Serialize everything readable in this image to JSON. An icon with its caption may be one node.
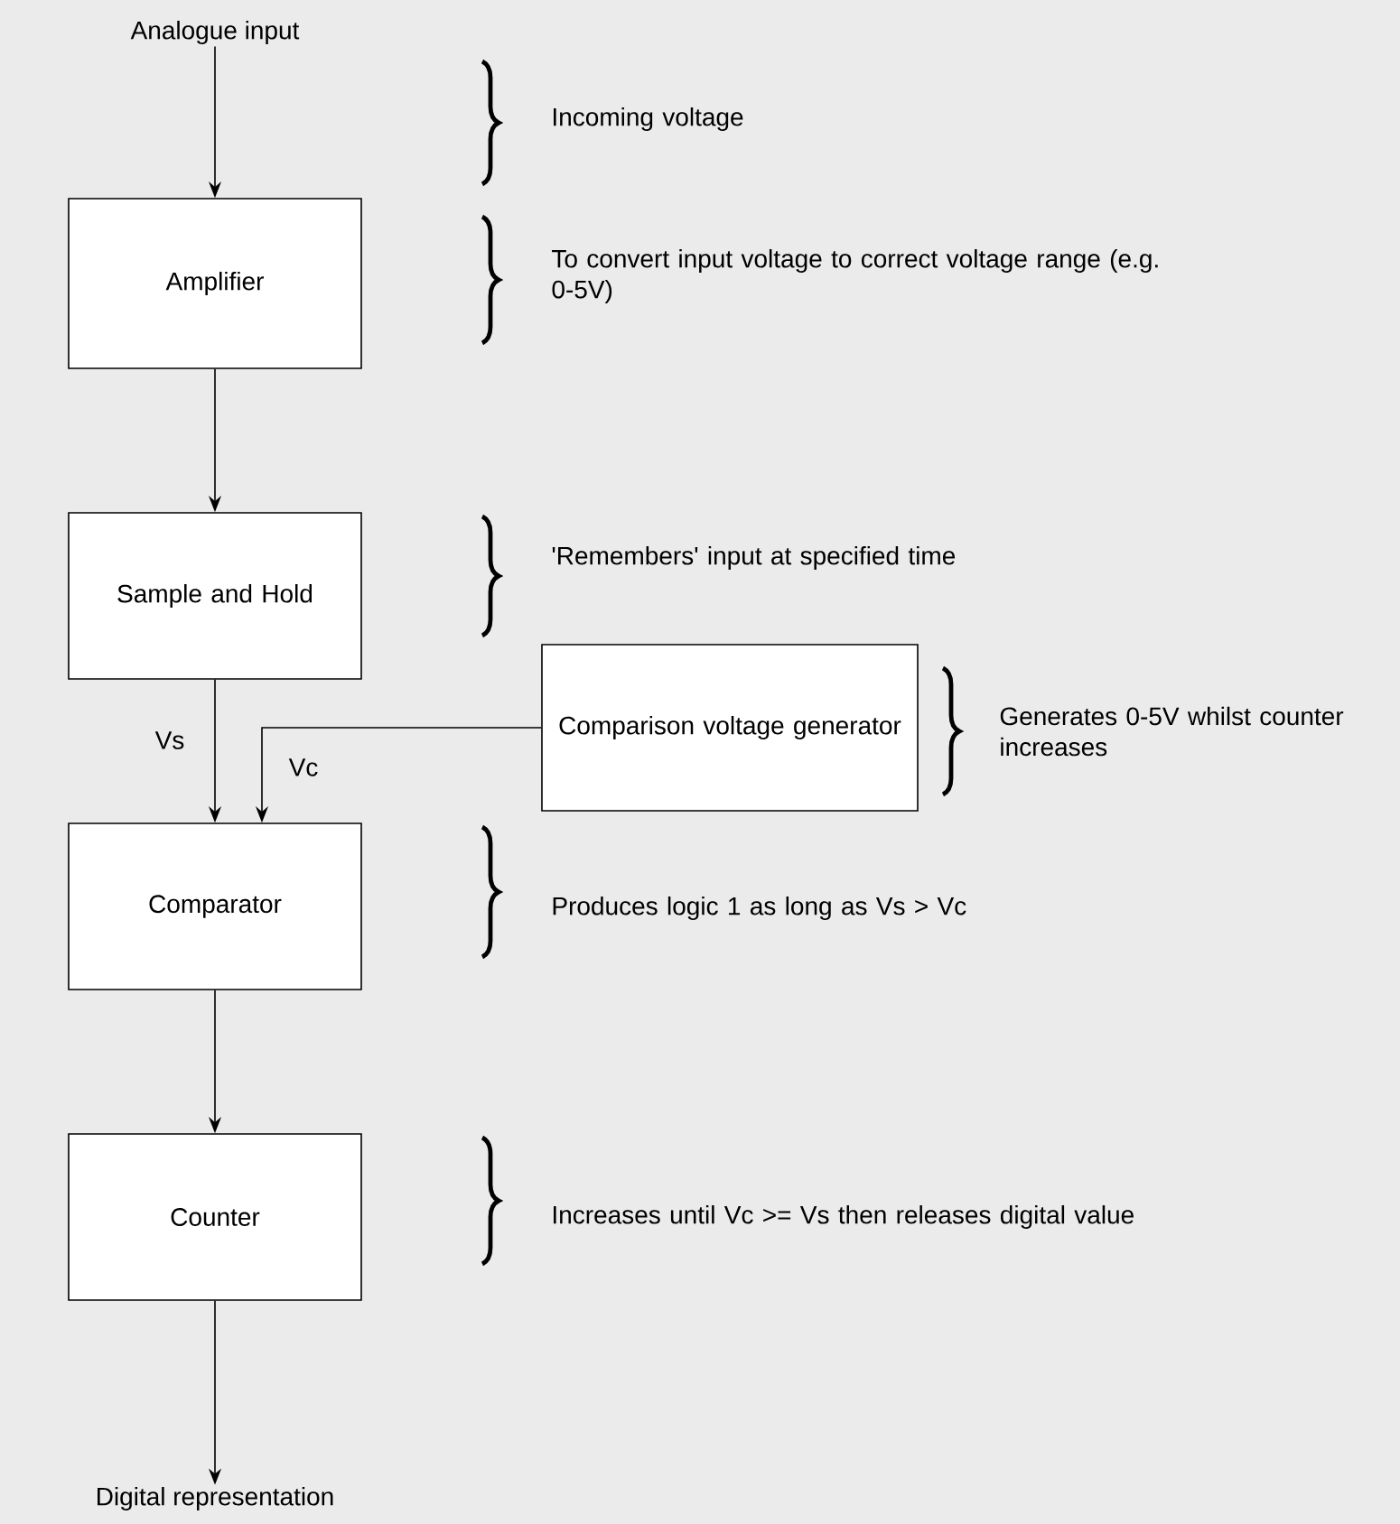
{
  "diagram": {
    "nodes": [
      {
        "text": [
          "Analogue input"
        ]
      },
      {
        "text": [
          "Amplifier"
        ]
      },
      {
        "text": [
          "Sample and Hold"
        ]
      },
      {
        "text": [
          "Comparison voltage generator"
        ]
      },
      {
        "text": [
          "Comparator"
        ]
      },
      {
        "text": [
          "Counter"
        ]
      },
      {
        "text": [
          "Digital representation"
        ]
      }
    ],
    "edges": [
      {
        "from": 0,
        "to": 1,
        "arrow": "to"
      },
      {
        "from": 1,
        "to": 2,
        "arrow": "to"
      },
      {
        "from": 2,
        "to": 4,
        "arrow": "to",
        "label": "Vs"
      },
      {
        "from": 3,
        "to": 4,
        "arrow": "to",
        "label": "Vc"
      },
      {
        "from": 4,
        "to": 5,
        "arrow": "to"
      },
      {
        "from": 5,
        "to": 6,
        "arrow": "to"
      }
    ],
    "labels": [
      "Incoming voltage",
      "To convert input voltage to correct voltage range (e.g. 0-5V)",
      "'Remembers' input at specified time",
      "Generates 0-5V whilst counter increases",
      "Produces logic 1 as long as Vs > Vc",
      "Increases until Vc >= Vs then releases digital value"
    ]
  }
}
